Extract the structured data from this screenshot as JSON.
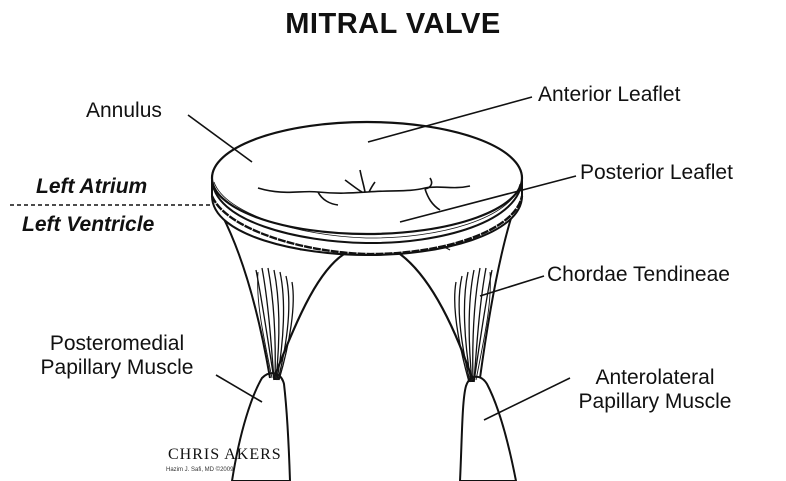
{
  "title": "MITRAL VALVE",
  "zones": {
    "upper": "Left Atrium",
    "lower": "Left Ventricle"
  },
  "labels": {
    "annulus": "Annulus",
    "anterior_leaflet": "Anterior Leaflet",
    "posterior_leaflet": "Posterior Leaflet",
    "chordae_tendineae": "Chordae Tendineae",
    "posteromedial_line1": "Posteromedial",
    "posteromedial_line2": "Papillary Muscle",
    "anterolateral_line1": "Anterolateral",
    "anterolateral_line2": "Papillary Muscle"
  },
  "signature": "CHRIS AKERS",
  "credit": "Hazim J. Safi, MD ©2009"
}
